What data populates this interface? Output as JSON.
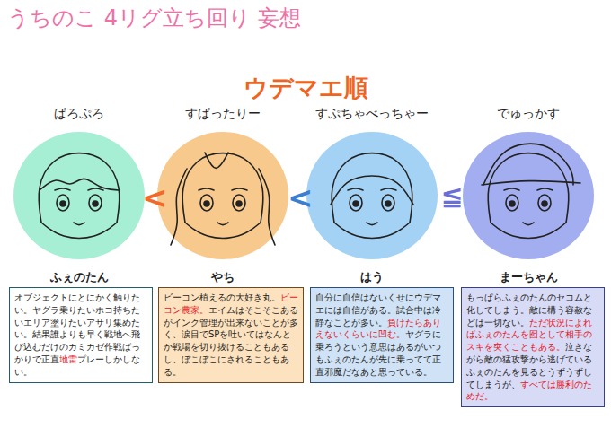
{
  "diagram": {
    "title": "うちのこ 4リグ立ち回り 妄想",
    "nodes": [
      {
        "text": [
          "ぱろぷろ",
          "ふぇのたん"
        ]
      },
      {
        "text": [
          "すぱったりー",
          "やち"
        ]
      },
      {
        "text": [
          "すぷちゃべっちゃー",
          "はう"
        ]
      },
      {
        "text": [
          "でゅっかす",
          "まーちゃん"
        ]
      },
      {
        "text": [
          "オブジェクトにとにかく触りたい。ヤグラ乗りたいホコ持ちたいエリア塗りたいアサリ集めたい。結果誰よりも早く戦地へ飛び込むだけのカミカゼ作戦ばっかりで正直",
          "地雷",
          "プレーしかしない。"
        ]
      },
      {
        "text": [
          "ビーコン植えるの大好き丸。",
          "ビーコン農家。",
          "エイムはそこそこあるがインク管理が出来ないことが多く、涙目でSPを吐いてはなんとか戦場を切り抜けることもあるし、ぼこぼこにされることもある。"
        ]
      },
      {
        "text": [
          "自分に自信はないくせにウデマエには自信がある。試合中は冷静なことが多い。",
          "負けたらありえないくらいに凹む。",
          "ヤグラに乗ろうという意思はあるがいつもふぇのたんが先に乗ってて正直邪魔だなあと思っている。"
        ]
      },
      {
        "text": [
          "もっぱらふぇのたんのセコムと化してしまう。敵に構う容赦などは一切ない。",
          "ただ状況によればふぇのたんを囮として相手のスキを突くこともある。",
          "泣きながら敵の猛攻撃から逃げているふぇのたんを見るとうずうずしてしまうが、",
          "すべては勝利のためだ。"
        ]
      }
    ],
    "labels": [
      "ウデマエ順",
      "<",
      "<",
      "≦"
    ]
  }
}
